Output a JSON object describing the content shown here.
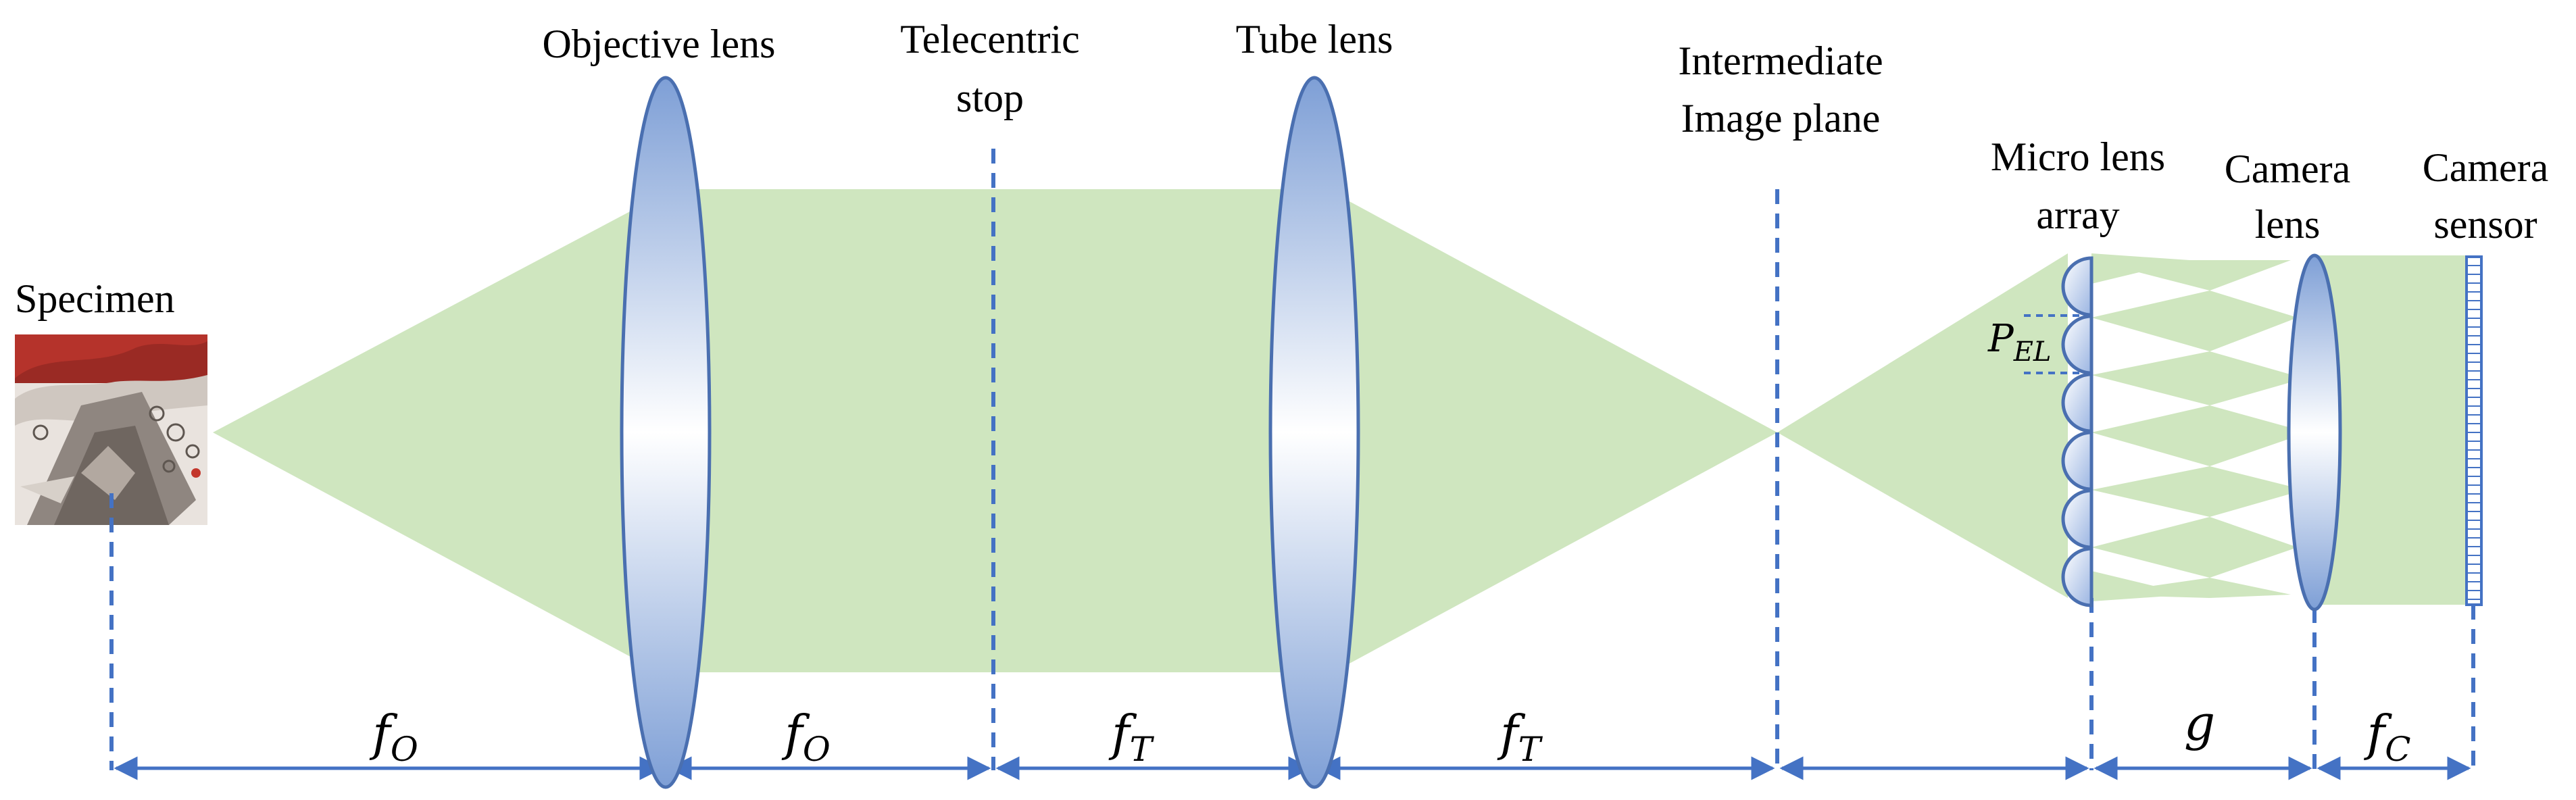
{
  "labels": {
    "specimen": "Specimen",
    "objective": "Objective lens",
    "telecentric_1": "Telecentric",
    "telecentric_2": "stop",
    "tube": "Tube lens",
    "intermediate_1": "Intermediate",
    "intermediate_2": "Image plane",
    "mla_1": "Micro lens",
    "mla_2": "array",
    "camlens_1": "Camera",
    "camlens_2": "lens",
    "sensor_1": "Camera",
    "sensor_2": "sensor"
  },
  "pitch": {
    "main": "P",
    "sub": "EL"
  },
  "distances": [
    {
      "main": "f",
      "sub": "O"
    },
    {
      "main": "f",
      "sub": "O"
    },
    {
      "main": "f",
      "sub": "T"
    },
    {
      "main": "f",
      "sub": "T"
    },
    {
      "main": "g",
      "sub": ""
    },
    {
      "main": "f",
      "sub": "C"
    }
  ],
  "colors": {
    "beam": "#cfe6bf",
    "guide": "#4472c4",
    "lens_edge": "#4a6fb0",
    "lens_center": "#ffffff",
    "lens_rim": "#7d9bd4"
  }
}
